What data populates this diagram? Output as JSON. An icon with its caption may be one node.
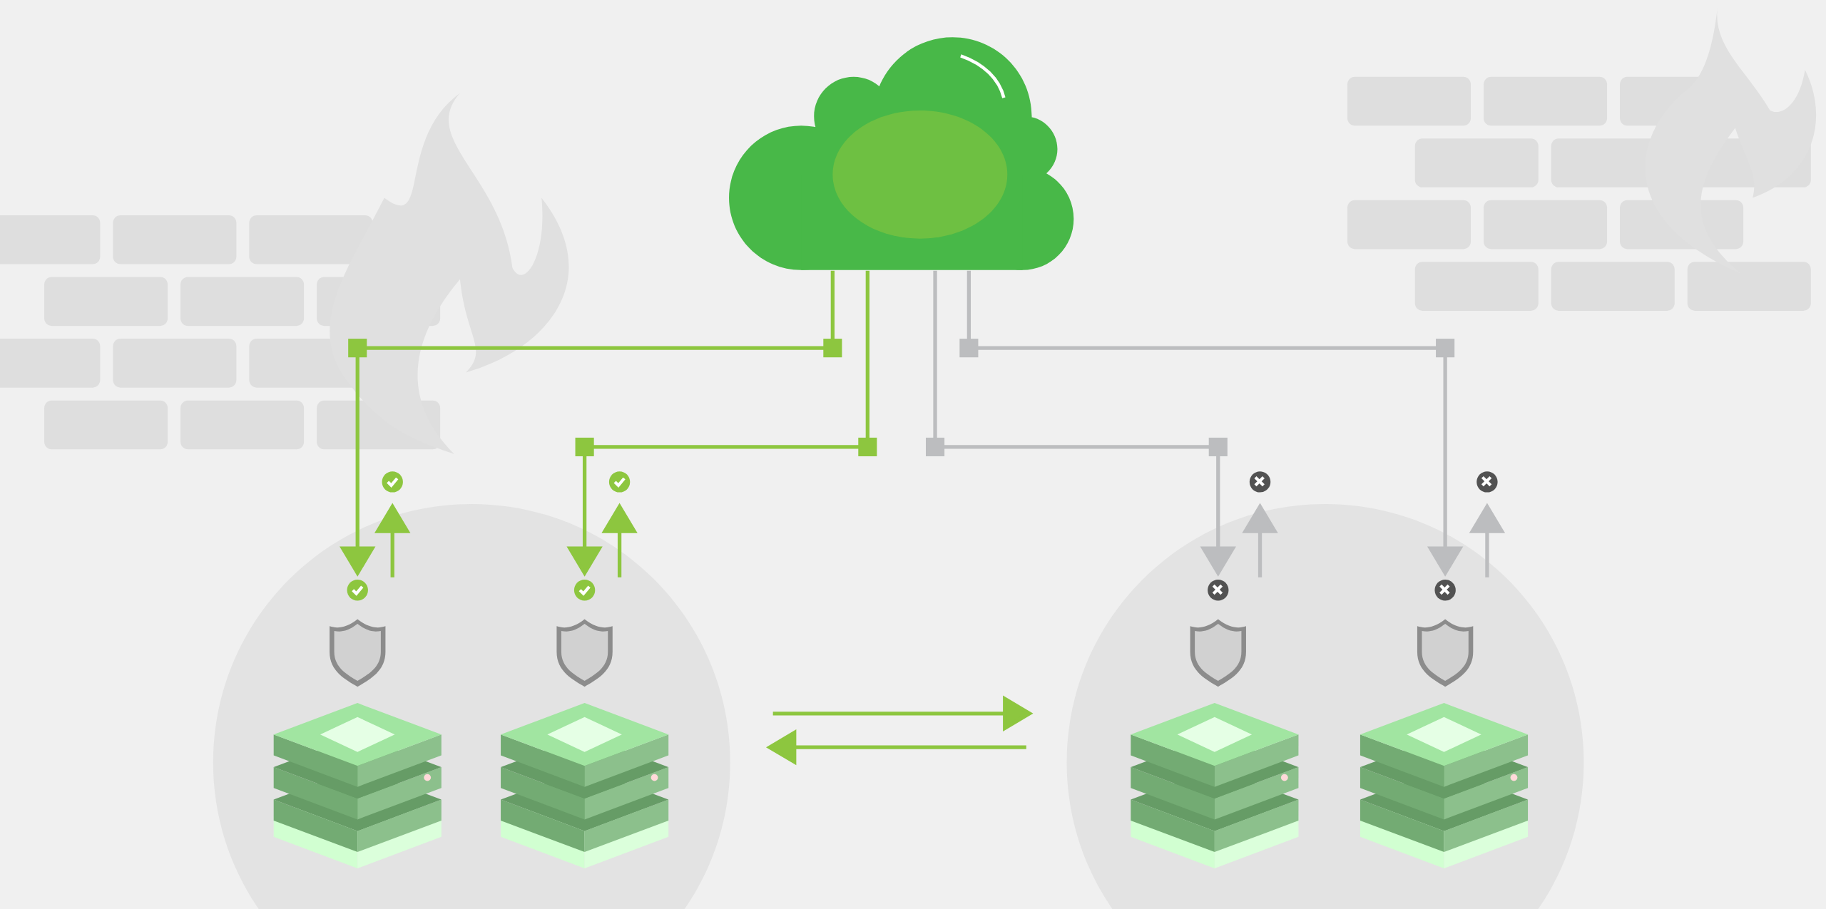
{
  "diagram": {
    "nodes": [
      {
        "text": [],
        "shape": "cloud"
      },
      {
        "text": [],
        "shape": "picture"
      },
      {
        "text": [],
        "shape": "picture"
      },
      {
        "text": [],
        "shape": "picture"
      },
      {
        "text": [],
        "shape": "picture"
      },
      {
        "text": [],
        "shape": "picture"
      },
      {
        "text": [],
        "shape": "picture"
      },
      {
        "text": [],
        "shape": "picture"
      },
      {
        "text": [],
        "shape": "picture"
      }
    ],
    "edges": [
      {
        "from": 0,
        "to": 1,
        "arrow": "to",
        "color": "#8dc63f"
      },
      {
        "from": 0,
        "to": 2,
        "arrow": "to",
        "color": "#8dc63f"
      },
      {
        "from": 0,
        "to": 3,
        "arrow": "to",
        "color": "#bcbdbf"
      },
      {
        "from": 0,
        "to": 4,
        "arrow": "to",
        "color": "#bcbdbf"
      },
      {
        "from": 6,
        "to": 7,
        "arrow": "to",
        "color": "#8dc63f"
      },
      {
        "from": 7,
        "to": 6,
        "arrow": "to",
        "color": "#8dc63f"
      }
    ]
  }
}
